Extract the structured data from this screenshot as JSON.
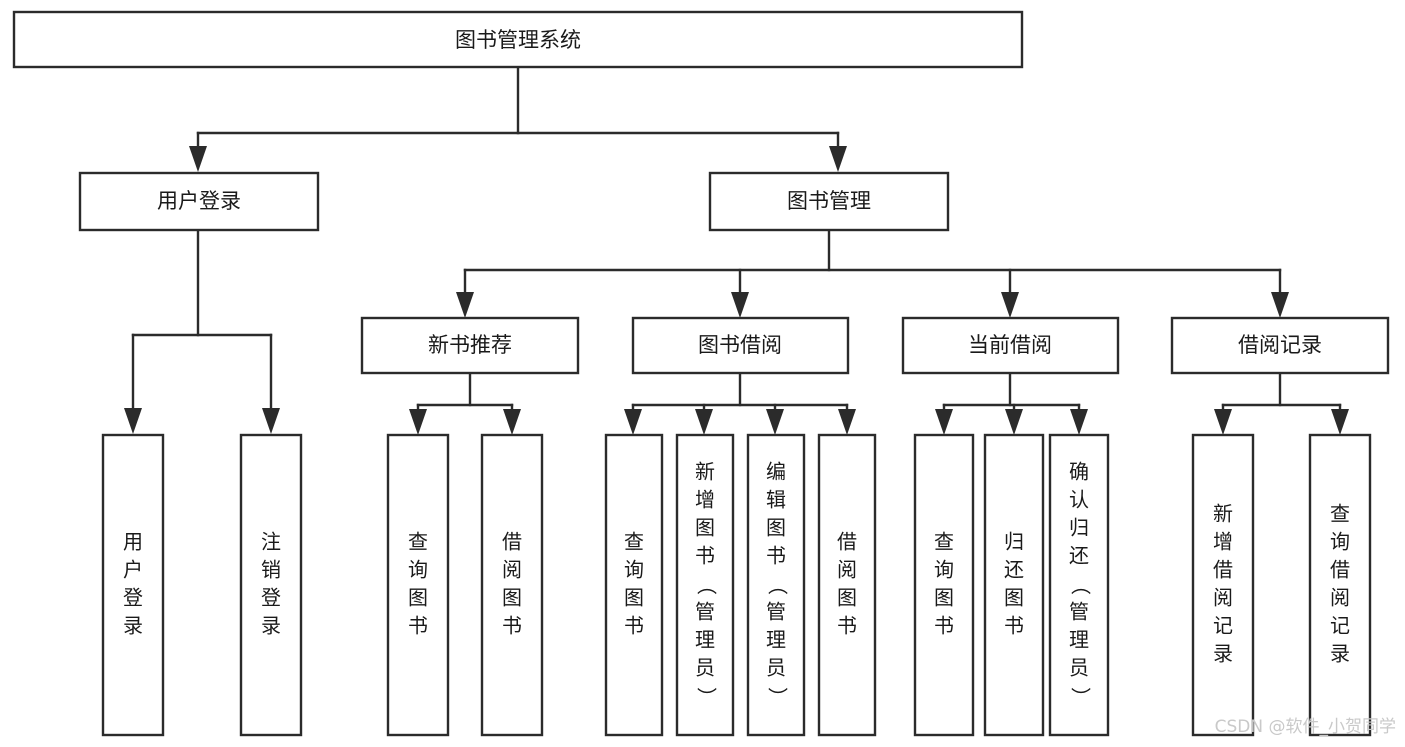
{
  "diagram": {
    "type": "tree-hierarchy",
    "title": "图书管理系统",
    "orientation": "top-down",
    "colors": {
      "background": "#ffffff",
      "box_stroke": "#2b2b2b",
      "box_fill": "#ffffff",
      "text": "#1a1a1a",
      "watermark": "#c9c9c9"
    },
    "nodes": {
      "root": {
        "label": "图书管理系统",
        "level": 0,
        "orientation": "horizontal"
      },
      "l1": [
        {
          "id": "user-login",
          "label": "用户登录",
          "level": 1,
          "orientation": "horizontal"
        },
        {
          "id": "book-manage",
          "label": "图书管理",
          "level": 1,
          "orientation": "horizontal"
        }
      ],
      "l2": [
        {
          "id": "new-book-rec",
          "label": "新书推荐",
          "level": 2,
          "orientation": "horizontal",
          "parent": "book-manage"
        },
        {
          "id": "book-borrow",
          "label": "图书借阅",
          "level": 2,
          "orientation": "horizontal",
          "parent": "book-manage"
        },
        {
          "id": "current-borrow",
          "label": "当前借阅",
          "level": 2,
          "orientation": "horizontal",
          "parent": "book-manage"
        },
        {
          "id": "borrow-record",
          "label": "借阅记录",
          "level": 2,
          "orientation": "horizontal",
          "parent": "book-manage"
        }
      ],
      "leaves": [
        {
          "id": "leaf-user-login",
          "label": "用户登录",
          "parent": "user-login",
          "orientation": "vertical"
        },
        {
          "id": "leaf-logout",
          "label": "注销登录",
          "parent": "user-login",
          "orientation": "vertical"
        },
        {
          "id": "leaf-query-book-1",
          "label": "查询图书",
          "parent": "new-book-rec",
          "orientation": "vertical"
        },
        {
          "id": "leaf-borrow-book-1",
          "label": "借阅图书",
          "parent": "new-book-rec",
          "orientation": "vertical"
        },
        {
          "id": "leaf-query-book-2",
          "label": "查询图书",
          "parent": "book-borrow",
          "orientation": "vertical"
        },
        {
          "id": "leaf-add-book",
          "label": "新增图书（管理员）",
          "parent": "book-borrow",
          "orientation": "vertical"
        },
        {
          "id": "leaf-edit-book",
          "label": "编辑图书（管理员）",
          "parent": "book-borrow",
          "orientation": "vertical"
        },
        {
          "id": "leaf-borrow-book-2",
          "label": "借阅图书",
          "parent": "book-borrow",
          "orientation": "vertical"
        },
        {
          "id": "leaf-query-book-3",
          "label": "查询图书",
          "parent": "current-borrow",
          "orientation": "vertical"
        },
        {
          "id": "leaf-return-book",
          "label": "归还图书",
          "parent": "current-borrow",
          "orientation": "vertical"
        },
        {
          "id": "leaf-confirm-return",
          "label": "确认归还（管理员）",
          "parent": "current-borrow",
          "orientation": "vertical"
        },
        {
          "id": "leaf-add-record",
          "label": "新增借阅记录",
          "parent": "borrow-record",
          "orientation": "vertical"
        },
        {
          "id": "leaf-query-record",
          "label": "查询借阅记录",
          "parent": "borrow-record",
          "orientation": "vertical"
        }
      ]
    },
    "watermark": "CSDN @软件_小贺同学"
  }
}
